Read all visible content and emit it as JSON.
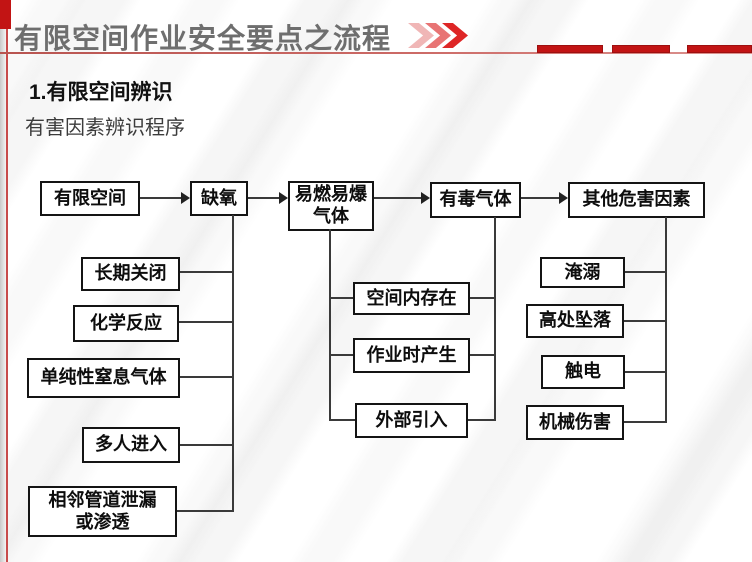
{
  "header": {
    "title": "有限空间作业安全要点之流程",
    "chevron_icon": "triple-chevron-right",
    "accent_color": "#c21414",
    "divider_color": "#c0504d"
  },
  "section": {
    "heading": "1.有限空间辨识",
    "subheading": "有害因素辨识程序"
  },
  "flowchart": {
    "top_row": [
      "有限空间",
      "缺氧",
      "易燃易爆\n气体",
      "有毒气体",
      "其他危害因素"
    ],
    "oxygen_causes": [
      "长期关闭",
      "化学反应",
      "单纯性窒息气体",
      "多人进入",
      "相邻管道泄漏\n或渗透"
    ],
    "gas_sources": [
      "空间内存在",
      "作业时产生",
      "外部引入"
    ],
    "other_hazards": [
      "淹溺",
      "高处坠落",
      "触电",
      "机械伤害"
    ]
  },
  "colors": {
    "box_border": "#141414",
    "connector": "#3a3a3a",
    "title_gray": "#6e6e6e"
  }
}
